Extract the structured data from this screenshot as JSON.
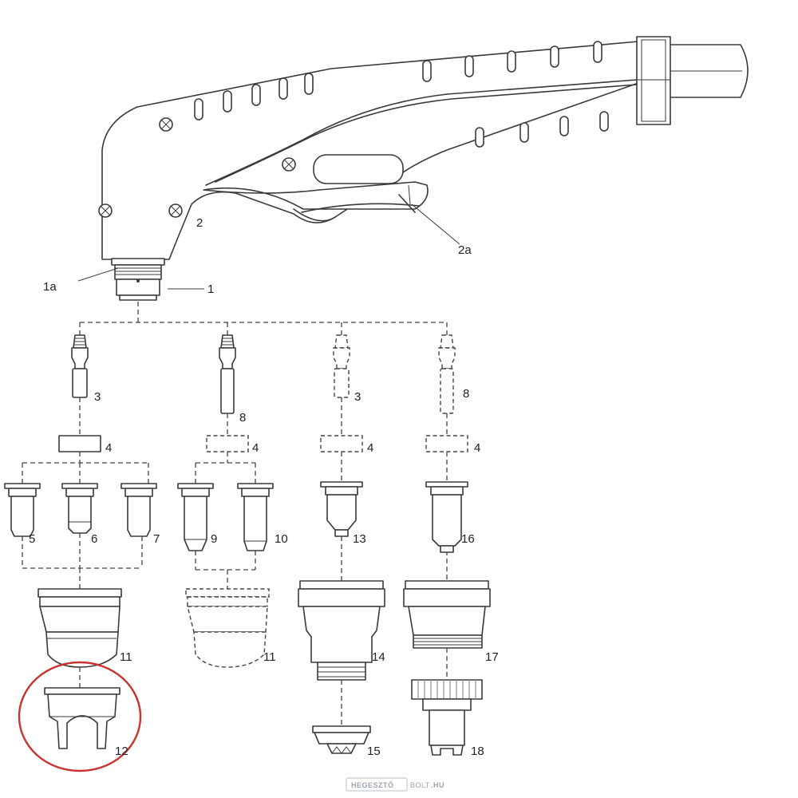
{
  "labels": {
    "l1": "1",
    "l1a": "1a",
    "l2": "2",
    "l2a": "2a",
    "l3a": "3",
    "l3b": "3",
    "l8a": "8",
    "l8b": "8",
    "l4a": "4",
    "l4b": "4",
    "l4c": "4",
    "l4d": "4",
    "l5": "5",
    "l6": "6",
    "l7": "7",
    "l9": "9",
    "l10": "10",
    "l13": "13",
    "l16": "16",
    "l11a": "11",
    "l11b": "11",
    "l14": "14",
    "l17": "17",
    "l12": "12",
    "l15": "15",
    "l18": "18"
  },
  "watermark": {
    "brand": "HEGESZTŐ",
    "mid": "BOLT",
    "tld": ".HU"
  },
  "colors": {
    "line": "#3a3a3a",
    "highlight": "#c8322f",
    "watermark": "#9aa4ad"
  }
}
